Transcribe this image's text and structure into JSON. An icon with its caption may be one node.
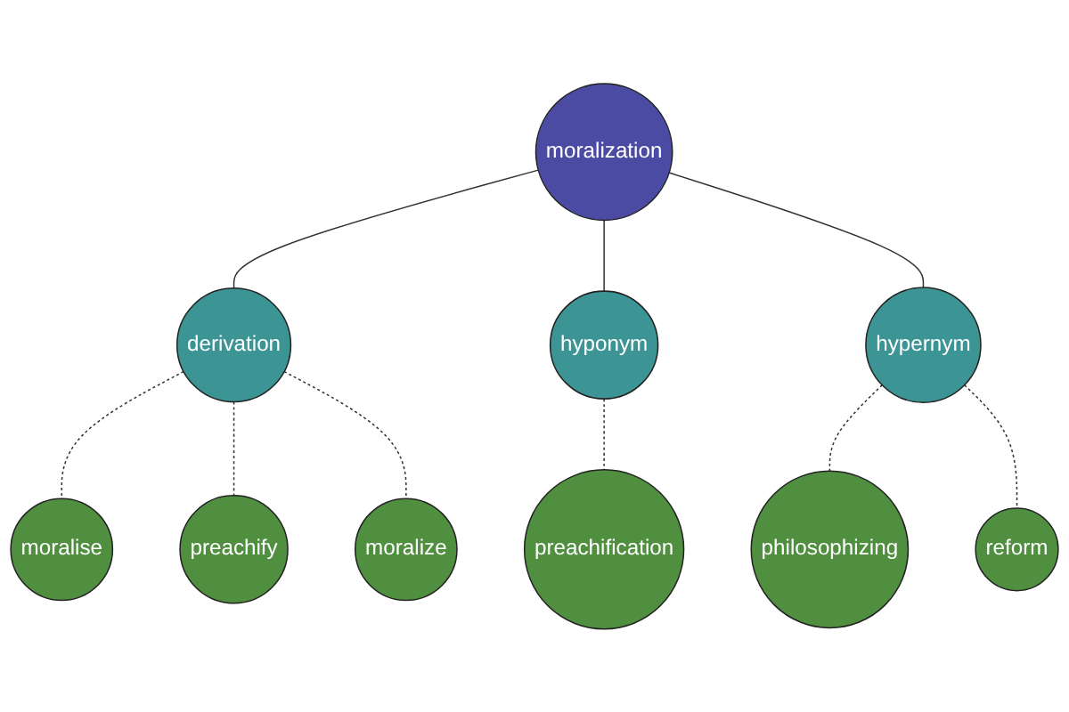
{
  "diagram": {
    "nodes": [
      {
        "text": [
          "preachify"
        ]
      },
      {
        "text": [
          "moralise"
        ]
      },
      {
        "text": [
          "moralize"
        ]
      },
      {
        "text": [
          "derivation"
        ]
      },
      {
        "text": [
          "preachification"
        ]
      },
      {
        "text": [
          "hyponym"
        ]
      },
      {
        "text": [
          "moralization"
        ]
      },
      {
        "text": [
          "hypernym"
        ]
      },
      {
        "text": [
          "philosophizing"
        ]
      },
      {
        "text": [
          "reform"
        ]
      }
    ],
    "edges": [
      {
        "from": 3,
        "to": 1,
        "arrow": "none",
        "style": "dashed"
      },
      {
        "from": 3,
        "to": 0,
        "arrow": "none",
        "style": "dashed"
      },
      {
        "from": 3,
        "to": 2,
        "arrow": "none",
        "style": "dashed"
      },
      {
        "from": 6,
        "to": 3,
        "arrow": "none"
      },
      {
        "from": 6,
        "to": 5,
        "arrow": "none"
      },
      {
        "from": 5,
        "to": 4,
        "arrow": "none",
        "style": "dashed"
      },
      {
        "from": 6,
        "to": 7,
        "arrow": "none"
      },
      {
        "from": 7,
        "to": 8,
        "arrow": "none",
        "style": "dashed"
      },
      {
        "from": 7,
        "to": 9,
        "arrow": "none",
        "style": "dashed"
      }
    ]
  }
}
